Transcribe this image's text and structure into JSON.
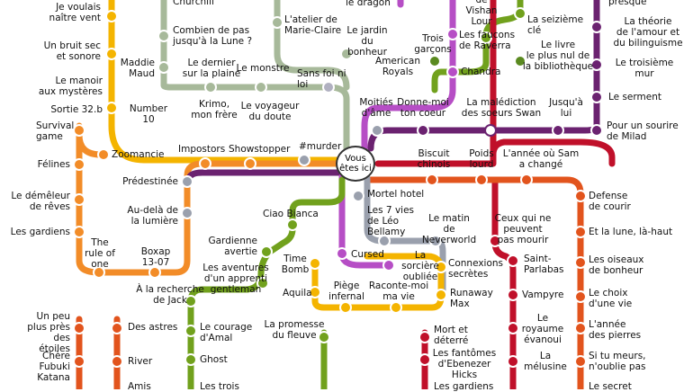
{
  "you_are_here": "Vous\nêtes ici",
  "line_colors": {
    "yellow": "#f4b400",
    "gray": "#a7b99a",
    "orange": "#f28c28",
    "purple": "#6b2270",
    "magenta": "#b64ec5",
    "green": "#71a11d",
    "darkgreen": "#5a8a20",
    "red": "#e2541d",
    "darkred": "#c0102a",
    "blue": "#9aa0ad",
    "olive": "#6d7d33"
  },
  "stations": {
    "je_voulais": "Je voulais\nnaître vent",
    "un_bruit": "Un bruit sec\net sonore",
    "le_manoir": "Le manoir\naux mystères",
    "sortie": "Sortie 32.b",
    "number10": "Number\n10",
    "maddie": "Maddie\nMaud",
    "churchill": "Churchill",
    "combien": "Combien de pas\njusqu'à la Lune ?",
    "le_dernier": "Le dernier\nsur la plaine",
    "le_monstre": "Le monstre",
    "atelier": "L'atelier de\nMarie-Claire",
    "jardin_bonheur": "Le jardin\ndu bonheur",
    "le_dragon": "le dragon",
    "sans_foi": "Sans foi ni loi",
    "american": "American\nRoyals",
    "trois": "Trois\ngarçons",
    "faucons": "Les faucons\nde Raverra",
    "vishan": "de Vishan\nLour",
    "chandra": "Chandra",
    "seizieme": "La seizième\nclé",
    "livre_nul": "Le livre\nle plus nul de\nla bibliothèque",
    "presque": "presque",
    "theorie": "La théorie\nde l'amour et\ndu bilinguisme",
    "troisieme": "Le troisième\nmur",
    "serment": "Le serment",
    "sourire": "Pour un sourire\nde Milad",
    "krimo": "Krimo,\nmon frère",
    "voyageur": "Le voyageur\ndu doute",
    "moities": "Moitiés\nd'âme",
    "donne_moi": "Donne-moi\nton coeur",
    "malediction": "La malédiction\ndes soeurs Swan",
    "jusqua": "Jusqu'à\nlui",
    "survival": "Survival\ngame",
    "zoomancie": "Zoomancie",
    "felines": "Félines",
    "impostors": "Impostors",
    "showstopper": "Showstopper",
    "murder": "#murder",
    "biscuit": "Biscuit\nchinois",
    "poids": "Poids\nlourd",
    "annee_sam": "L'année où Sam\na changé",
    "predestinee": "Prédestinée",
    "demeleur": "Le démêleur\nde rêves",
    "au_dela": "Au-delà de\nla lumière",
    "mortel": "Mortel hotel",
    "defense": "Defense\nde courir",
    "gardiens": "Les gardiens",
    "rule": "The\nrule of\none",
    "boxap": "Boxap\n13-07",
    "ciao": "Ciao Bianca",
    "sept_vies": "Les 7 vies\nde Léo\nBellamy",
    "matin": "Le matin\nde Neverworld",
    "ceux": "Ceux qui ne peuvent\npas mourir",
    "lune_la_haut": "Et la lune, là-haut",
    "gardienne": "Gardienne\navertie",
    "time_bomb": "Time\nBomb",
    "cursed": "Cursed",
    "sorciere": "La\nsorcière\noubliée",
    "connexions": "Connexions\nsecrètes",
    "saint": "Saint-\nParlabas",
    "oiseaux": "Les oiseaux\nde bonheur",
    "aventures": "Les aventures\nd'un apprenti\ngentleman",
    "aquila": "Aquila",
    "piege": "Piège\ninfernal",
    "raconte": "Raconte-moi\nma vie",
    "runaway": "Runaway\nMax",
    "vampyre": "Vampyre",
    "choix": "Le choix\nd'une vie",
    "recherche": "À la recherche\nde Jack",
    "peu_plus": "Un peu\nplus près\ndes étoiles",
    "des_astres": "Des astres",
    "courage": "Le courage\nd'Amal",
    "promesse": "La promesse\ndu fleuve",
    "royaume": "Le\nroyaume\névanoui",
    "annee_pierres": "L'année\ndes pierres",
    "mort": "Mort et\ndéterré",
    "fantomes": "Les fantômes\nd'Ebenezer\nHicks",
    "melusine": "La\nmélusine",
    "chere": "Chère Fubuki\nKatana",
    "river": "River",
    "ghost": "Ghost",
    "si_tu": "Si tu meurs,\nn'oublie pas",
    "amis": "Amis",
    "les_trois": "Les trois",
    "les_gardiens2": "Les gardiens",
    "le_secret": "Le secret"
  }
}
